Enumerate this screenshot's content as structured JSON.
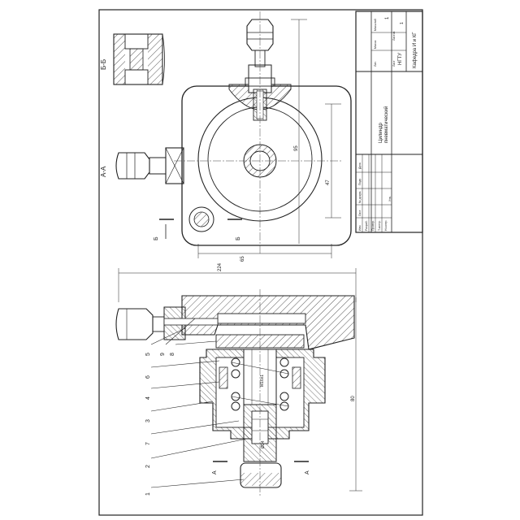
{
  "title_block": {
    "name_line1": "Цилиндр",
    "name_line2": "пневматический",
    "group": "НГТУ",
    "dept": "Кафедра И и КГ",
    "col_lit": "Лит.",
    "col_mass": "Масса",
    "col_scale": "Масштаб",
    "scale_value": "1",
    "col_sheet": "Лист",
    "col_sheets": "Листов",
    "sheets_value": "1",
    "row_izm": "Изм",
    "row_list": "Лист",
    "row_doc": "№ докум.",
    "row_sign": "Подп.",
    "row_date": "Дата",
    "row_dev": "Разраб.",
    "row_check": "Провер.",
    "row_tcontr": "Т.контр.",
    "row_ncontr": "Н.контр.",
    "row_utv": "Утв."
  },
  "section_labels": {
    "bb": "Б-Б",
    "aa": "А-А",
    "b_mark": "Б",
    "a_mark": "А"
  },
  "dimensions": {
    "top_width": "65",
    "top_height": "95",
    "top_inner": "47",
    "bottom_width": "224",
    "bottom_height": "80",
    "thread": "М16х1",
    "diam": "Ø24"
  },
  "parts": [
    "1",
    "2",
    "7",
    "3",
    "4",
    "6",
    "5",
    "9",
    "8"
  ]
}
